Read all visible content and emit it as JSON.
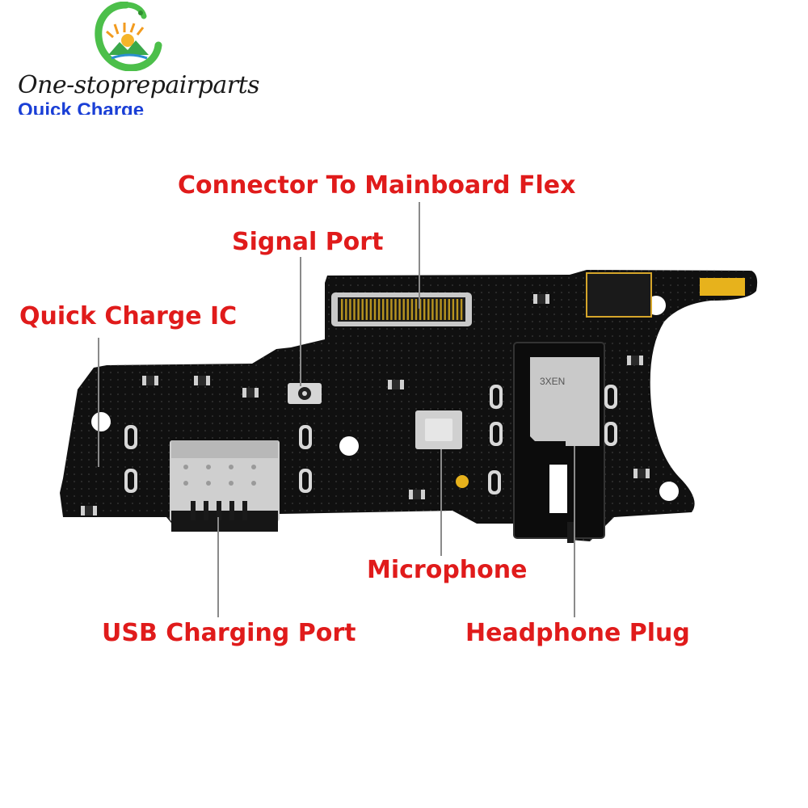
{
  "brand": {
    "name": "One-stoprepairparts",
    "subtitle": "Quick Charge"
  },
  "callouts": {
    "connector": "Connector To Mainboard Flex",
    "signal_port": "Signal Port",
    "quick_charge_ic": "Quick Charge IC",
    "microphone": "Microphone",
    "usb_port": "USB Charging Port",
    "headphone_plug": "Headphone Plug"
  },
  "board": {
    "jack_marking": "3XEN"
  },
  "colors": {
    "label": "#e01b1b",
    "subtitle": "#1a3fd6",
    "board": "#101010",
    "metal": "#c9c9c9",
    "gold": "#e7b21c",
    "logo_green": "#4cbf4a"
  },
  "icons": [
    "dragon-logo-icon"
  ]
}
